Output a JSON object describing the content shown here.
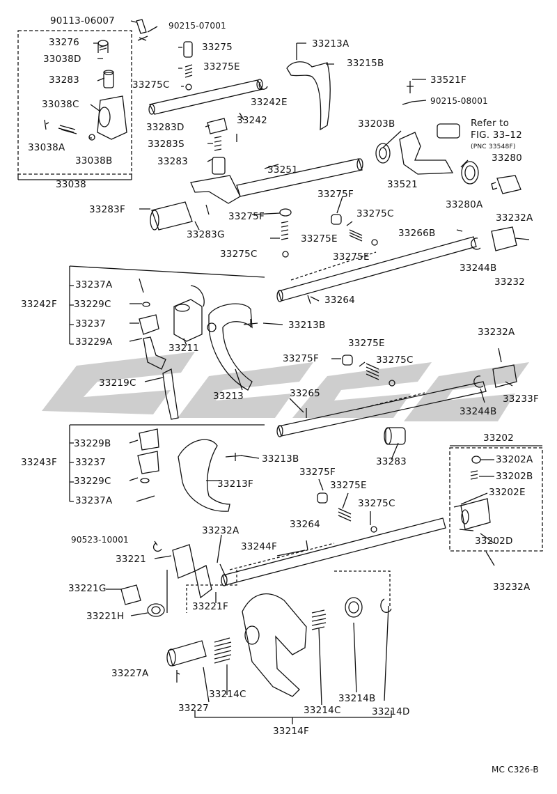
{
  "figure_code": "MC C326-B",
  "watermark_text": "cfcu",
  "groups": {
    "g33038": "33038",
    "g33202": "33202",
    "g33242F": "33242F",
    "g33243F": "33243F",
    "g33214F": "33214F"
  },
  "reference_note": {
    "line1": "Refer to",
    "line2": "FIG. 33–12",
    "line3": "(PNC 33548F)"
  },
  "labels": {
    "p90113_06007": "90113-06007",
    "p90215_07001": "90215-07001",
    "p33276": "33276",
    "p33038D": "33038D",
    "p33283_a": "33283",
    "p33038C": "33038C",
    "p33038A": "33038A",
    "p33038B": "33038B",
    "p33275": "33275",
    "p33275E_a": "33275E",
    "p33275C_a": "33275C",
    "p33242E": "33242E",
    "p33242": "33242",
    "p33213A": "33213A",
    "p33215B": "33215B",
    "p33521F": "33521F",
    "p90215_08001": "90215-08001",
    "p33203B": "33203B",
    "p33280": "33280",
    "p33521": "33521",
    "p33280A": "33280A",
    "p33283D": "33283D",
    "p33283S": "33283S",
    "p33283_b": "33283",
    "p33251": "33251",
    "p33283F": "33283F",
    "p33283G": "33283G",
    "p33275F_a": "33275F",
    "p33275F_b": "33275F",
    "p33275C_b": "33275C",
    "p33275E_b": "33275E",
    "p33275E_c": "33275E",
    "p33275C_c": "33275C",
    "p33266B": "33266B",
    "p33232A_a": "33232A",
    "p33244B_a": "33244B",
    "p33232": "33232",
    "p33264_a": "33264",
    "p33237A_a": "33237A",
    "p33229C_a": "33229C",
    "p33237_a": "33237",
    "p33229A": "33229A",
    "p33211": "33211",
    "p33213B_a": "33213B",
    "p33219C": "33219C",
    "p33213": "33213",
    "p33275E_d": "33275E",
    "p33275F_c": "33275F",
    "p33275C_d": "33275C",
    "p33232A_b": "33232A",
    "p33233F": "33233F",
    "p33244B_b": "33244B",
    "p33265": "33265",
    "p33283_c": "33283",
    "p33229B": "33229B",
    "p33237_b": "33237",
    "p33229C_b": "33229C",
    "p33237A_b": "33237A",
    "p33213B_b": "33213B",
    "p33213F": "33213F",
    "p33275F_d": "33275F",
    "p33275E_e": "33275E",
    "p33275C_e": "33275C",
    "p33202A": "33202A",
    "p33202B": "33202B",
    "p33202E": "33202E",
    "p33202D": "33202D",
    "p33232A_c": "33232A",
    "p90523_10001": "90523-10001",
    "p33232A_d": "33232A",
    "p33264_b": "33264",
    "p33244F": "33244F",
    "p33221": "33221",
    "p33221G": "33221G",
    "p33221H": "33221H",
    "p33221F": "33221F",
    "p33227A": "33227A",
    "p33227": "33227",
    "p33214C_a": "33214C",
    "p33214C_b": "33214C",
    "p33214B": "33214B",
    "p33214D": "33214D"
  }
}
